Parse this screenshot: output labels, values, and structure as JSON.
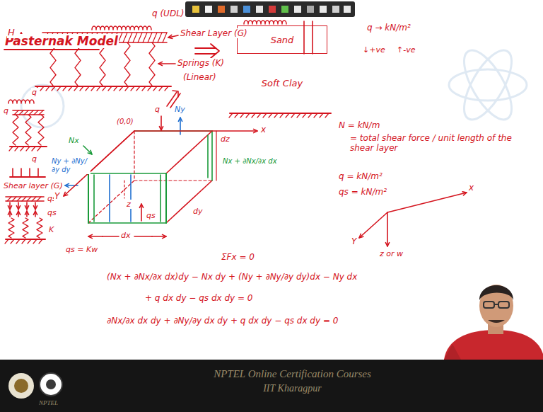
{
  "diagram": {
    "title": "Pasternak Model",
    "nodes": [
      {
        "text": [
          "Sand"
        ]
      },
      {
        "text": [
          "Soft Clay"
        ]
      }
    ],
    "labels": [
      "q (UDL)",
      "H",
      "Shear Layer (G)",
      "Springs (K)",
      "(Linear)",
      "q → kN/m²",
      "↓+ve",
      "↑-ve",
      "N = kN/m",
      "= total shear force / unit length of the shear layer",
      "q = kN/m²",
      "qs = kN/m²",
      "x",
      "Y",
      "z or w",
      "q",
      "q",
      "q",
      "Shear layer (G)",
      "qs",
      "qs",
      "K",
      "qs = Kw",
      "(0,0)",
      "q",
      "Ny",
      "x",
      "Y",
      "Nx",
      "dz",
      "Nx + ∂Nx/∂x dx",
      "Ny + ∂Ny/∂y dy",
      "z",
      "qs",
      "dy",
      "dx",
      "ΣFx = 0",
      "(Nx + ∂Nx/∂x dx)dy − Nx dy + (Ny + ∂Ny/∂y dy)dx − Ny dx",
      "+ q dx dy − qs dx dy = 0",
      "∂Nx/∂x dx dy + ∂Ny/∂y dx dy + q dx dy − qs dx dy = 0",
      "NPTEL Online Certification Courses",
      "IIT Kharagpur",
      "NPTEL"
    ]
  }
}
